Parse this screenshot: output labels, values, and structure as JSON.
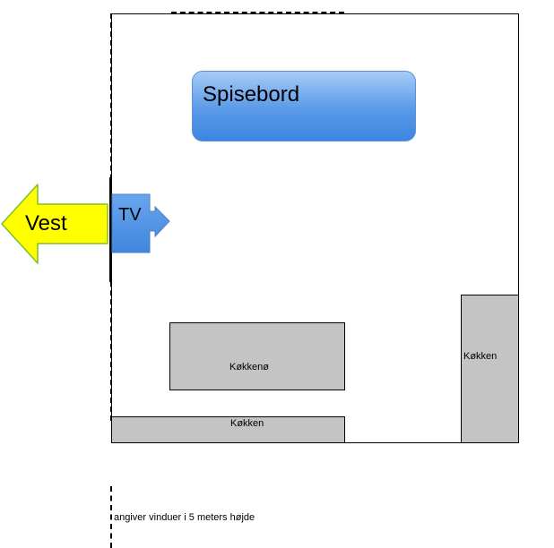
{
  "labels": {
    "dining_table": "Spisebord",
    "tv": "TV",
    "west": "Vest",
    "kitchen_island": "Køkkenø",
    "kitchen_bottom": "Køkken",
    "kitchen_right": "Køkken"
  },
  "legend": {
    "text": "angiver vinduer i 5 meters højde"
  },
  "colors": {
    "west_arrow_fill": "#ffff00",
    "west_arrow_stroke": "#7fbf2a",
    "tv_fill": "#4f92e3",
    "kitchen_fill": "#c4c4c4"
  },
  "icons": {
    "west_arrow": "left-arrow-icon",
    "tv_arrow": "right-arrow-icon"
  }
}
